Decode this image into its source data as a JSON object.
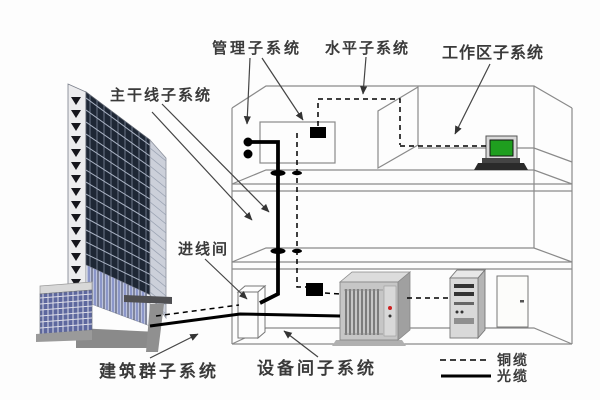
{
  "labels": {
    "management": "管理子系统",
    "horizontal": "水平子系统",
    "work_area": "工作区子系统",
    "backbone": "主干线子系统",
    "entrance_room": "进线间",
    "campus": "建筑群子系统",
    "equipment_room": "设备间子系统"
  },
  "legend": {
    "items": [
      {
        "label": "铜缆",
        "line_style": "dashed"
      },
      {
        "label": "光缆",
        "line_style": "solid"
      }
    ]
  },
  "icons": {
    "building-photo-icon": "high-rise office building photograph",
    "workstation-icon": "desktop computer with green CRT screen",
    "patch-panel-icon": "black distribution box",
    "pbx-rack-icon": "equipment cabinet with card slots",
    "tower-pc-icon": "tower server case",
    "door-icon": "room door",
    "entrance-box-icon": "cable entrance room box"
  },
  "colors": {
    "cable_black": "#000000",
    "outline_gray": "#8a8a8a",
    "label_text": "#3a3a3a",
    "screen_green": "#1f9e1f",
    "indicator_red": "#cc2222",
    "building_window_dark": "#1e2735",
    "background": "#fdfdfd"
  }
}
